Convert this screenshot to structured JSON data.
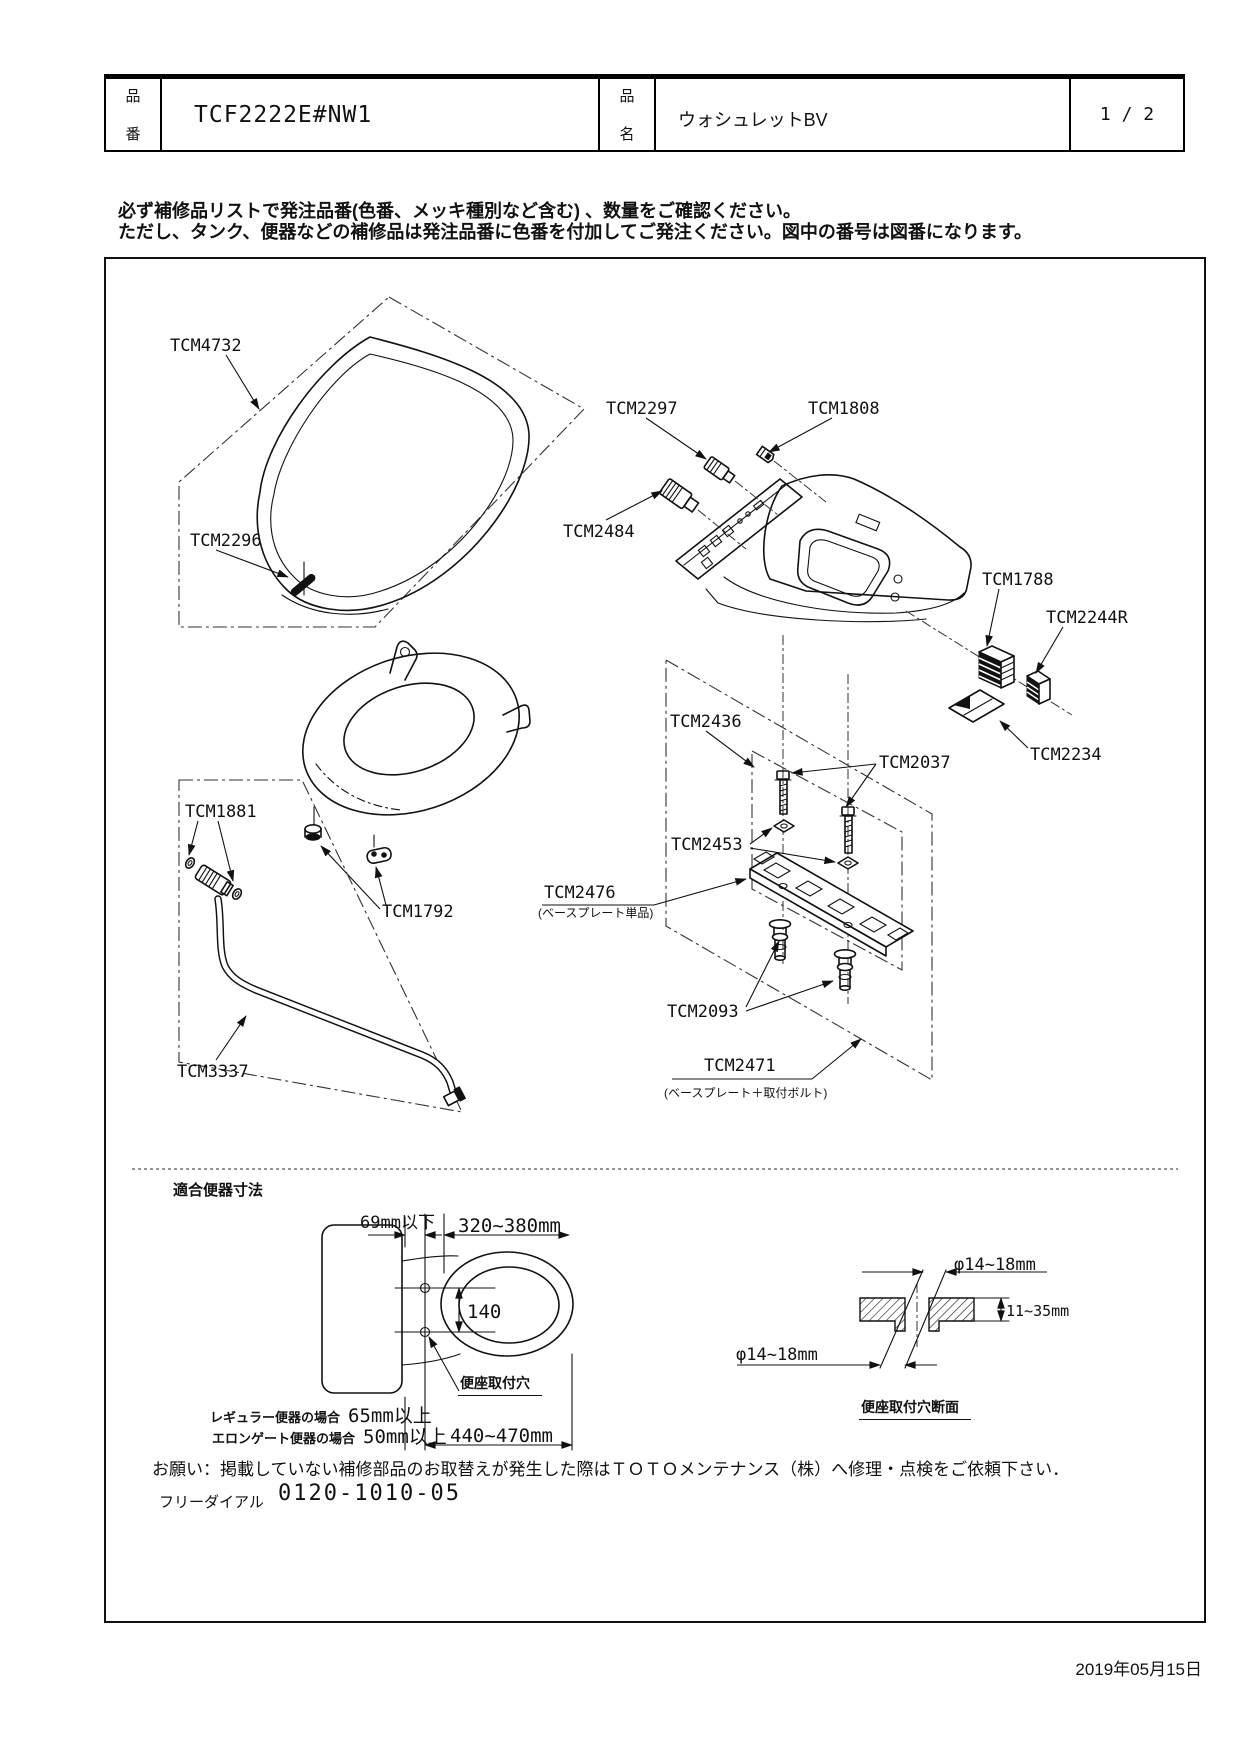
{
  "header": {
    "part_no_label": "品番",
    "part_no": "TCF2222E#NW1",
    "name_label": "品名",
    "product_name": "ウォシュレットBV",
    "page": "1 / 2"
  },
  "notice": {
    "line1": "必ず補修品リストで発注品番(色番、メッキ種別など含む) 、数量をご確認ください。",
    "line2": "ただし、タンク、便器などの補修品は発注品番に色番を付加してご発注ください。図中の番号は図番になります。"
  },
  "diagram": {
    "parts": [
      {
        "code": "TCM4732"
      },
      {
        "code": "TCM2296"
      },
      {
        "code": "TCM2297"
      },
      {
        "code": "TCM1808"
      },
      {
        "code": "TCM2484"
      },
      {
        "code": "TCM1788"
      },
      {
        "code": "TCM2244R"
      },
      {
        "code": "TCM2234"
      },
      {
        "code": "TCM2436"
      },
      {
        "code": "TCM2037"
      },
      {
        "code": "TCM2453"
      },
      {
        "code": "TCM2476",
        "note": "(ベースプレート単品)"
      },
      {
        "code": "TCM2093"
      },
      {
        "code": "TCM2471",
        "note": "(ベースプレート＋取付ボルト)"
      },
      {
        "code": "TCM1881"
      },
      {
        "code": "TCM1792"
      },
      {
        "code": "TCM3337"
      }
    ]
  },
  "dimensions": {
    "title": "適合便器寸法",
    "tank_clearance": "69mm以下",
    "rear_to_hole": "320~380mm",
    "hole_pitch": "140",
    "seat_hole_label": "便座取付穴",
    "regular_label": "レギュラー便器の場合",
    "regular_value": "65mm以上",
    "elongated_label": "エロンゲート便器の場合",
    "elongated_value": "50mm以上",
    "hole_to_front": "440~470mm",
    "hole_dia_top": "φ14~18mm",
    "hole_dia_bottom": "φ14~18mm",
    "thickness": "11~35mm",
    "section_label": "便座取付穴断面"
  },
  "footer": {
    "request": "お願い：掲載していない補修部品のお取替えが発生した際はＴＯＴＯメンテナンス（株）へ修理・点検をご依頼下さい．",
    "freedial_label": "フリーダイアル",
    "freedial_number": "0120-1010-05"
  },
  "date": "2019年05月15日"
}
